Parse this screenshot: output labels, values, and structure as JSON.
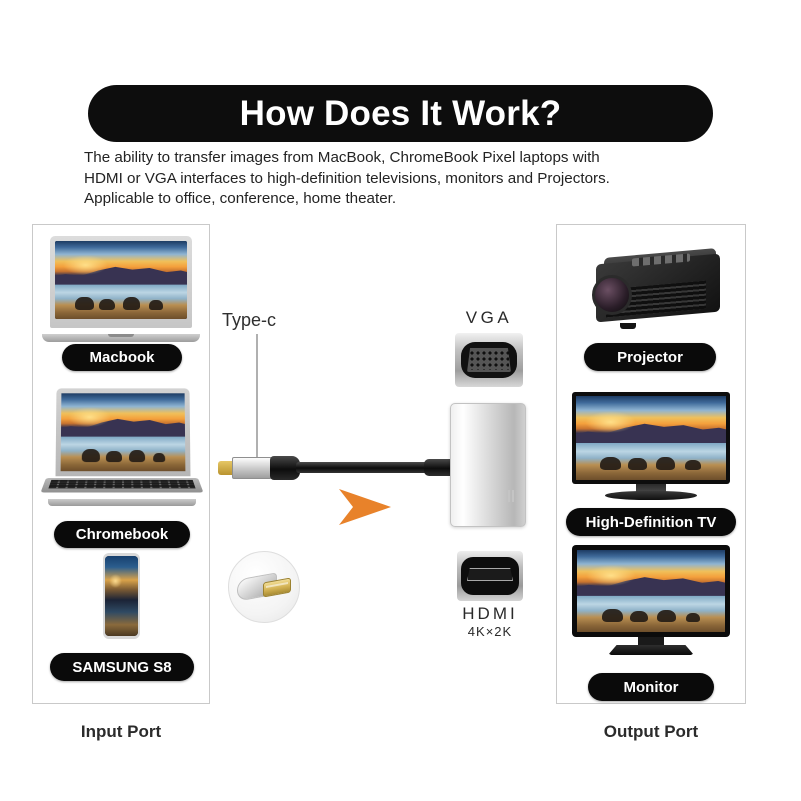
{
  "header": {
    "title": "How Does It Work?",
    "description_lines": [
      "The ability to transfer images from MacBook, ChromeBook Pixel laptops with",
      "HDMI or VGA interfaces to high-definition televisions, monitors and Projectors.",
      "Applicable to office, conference, home theater."
    ]
  },
  "input_panel": {
    "caption": "Input Port",
    "devices": [
      {
        "label": "Macbook",
        "icon": "laptop-icon"
      },
      {
        "label": "Chromebook",
        "icon": "laptop-icon"
      },
      {
        "label": "SAMSUNG S8",
        "icon": "smartphone-icon"
      }
    ]
  },
  "output_panel": {
    "caption": "Output Port",
    "devices": [
      {
        "label": "Projector",
        "icon": "projector-icon"
      },
      {
        "label": "High-Definition TV",
        "icon": "tv-icon"
      },
      {
        "label": "Monitor",
        "icon": "monitor-icon"
      }
    ]
  },
  "adapter": {
    "input_label": "Type-c",
    "vga_label": "VGA",
    "hdmi_label": "HDMI",
    "hdmi_resolution": "4K×2K",
    "arrow_icon": "arrow-right-icon",
    "connector_inset_icon": "usb-c-connector-icon"
  },
  "colors": {
    "pill_background": "#0a0a0a",
    "pill_text": "#ffffff",
    "arrow": "#e8822a",
    "panel_border": "#c9c9c9",
    "background": "#ffffff",
    "body_text": "#232323"
  }
}
